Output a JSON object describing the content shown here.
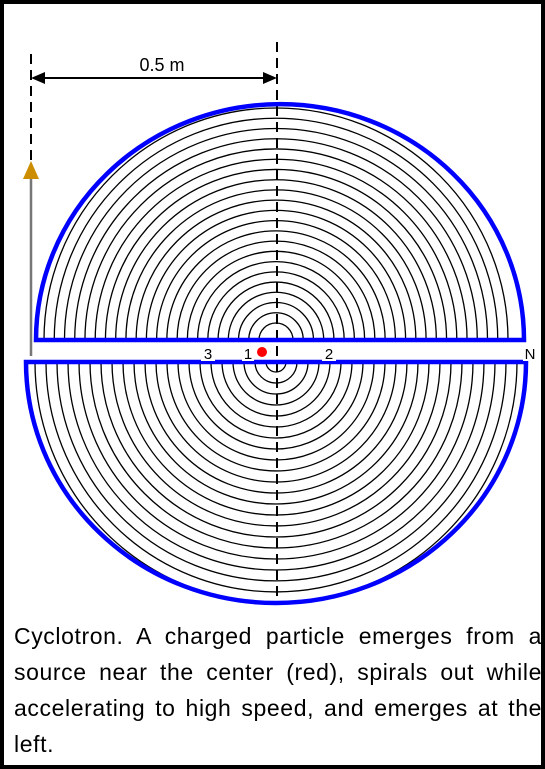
{
  "scale_label": "0.5 m",
  "orbit_labels": [
    "1",
    "2",
    "3",
    "N"
  ],
  "caption": "Cyclotron. A charged particle emerges from a source near the center (red), spirals out while accelerating to high speed, and emerges at the left.",
  "orbit_count": 22,
  "colors": {
    "dee_outline": "#0000ff",
    "orbits": "#000000",
    "source": "#ff0000",
    "exit_arrow": "#cc8e00",
    "exit_line": "#777777"
  }
}
